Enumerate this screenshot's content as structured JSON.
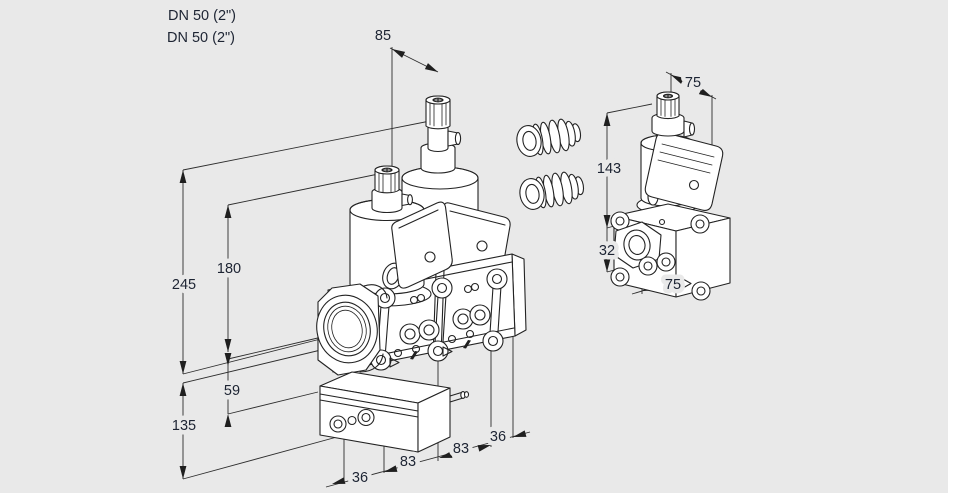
{
  "background": {
    "canvas_color": "#e9e9e9",
    "page_color": "#ffffff"
  },
  "line_art": {
    "stroke_color": "#232323",
    "dimension_line_color": "#2e2e2e",
    "text_color": "#1d2433"
  },
  "labels": {
    "dn_top": "DN 50 (2\")",
    "dn_bottom": "DN 50 (2\")"
  },
  "dims": {
    "main": {
      "spacing_85": "85",
      "total_height_245": "245",
      "height_180": "180",
      "offset_59": "59",
      "lower_height_135": "135",
      "depth_36_left": "36",
      "span_83_left": "83",
      "span_83_right": "83",
      "depth_36_right": "36"
    },
    "side": {
      "width_75_top": "75",
      "actuator_height_143": "143",
      "body_height_32": "32",
      "width_75_bottom": "75"
    }
  }
}
